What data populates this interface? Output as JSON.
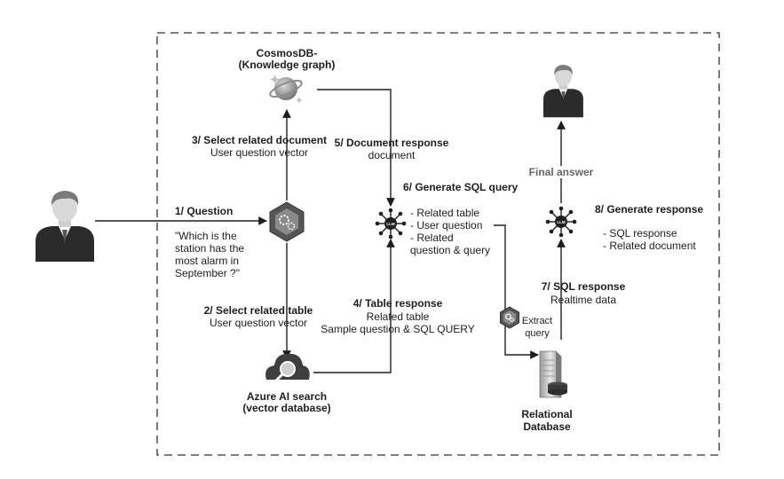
{
  "nodes": {
    "cosmos_title_1": "CosmosDB-",
    "cosmos_title_2": "(Knowledge graph)",
    "azure_title_1": "Azure AI search",
    "azure_title_2": "(vector database)",
    "relational_title_1": "Relational",
    "relational_title_2": "Database"
  },
  "steps": {
    "s1_title": "1/ Question",
    "s1_quote": [
      "\"Which is the",
      "station has the",
      "most alarm in",
      "September ?\""
    ],
    "s2_title": "2/ Select related table",
    "s2_body": "User question vector",
    "s3_title": "3/ Select related document",
    "s3_body": "User question vector",
    "s4_title": "4/ Table response",
    "s4_body_1": "Related table",
    "s4_body_2": "Sample question & SQL QUERY",
    "s5_title": "5/ Document response",
    "s5_body": "document",
    "s6_title": "6/ Generate SQL query",
    "s6_items": [
      "- Related table",
      "- User question",
      "- Related",
      "question & query"
    ],
    "s7_title": "7/ SQL response",
    "s7_body": "Realtime data",
    "s8_title": "8/ Generate response",
    "s8_items": [
      "- SQL response",
      "- Related document"
    ],
    "extract_1": "Extract",
    "extract_2": "query",
    "final_answer": "Final answer"
  },
  "icon_labels": {
    "llm": "LLM"
  },
  "icons": [
    "user-icon",
    "orchestrator-icon",
    "cosmosdb-icon",
    "azure-ai-search-icon",
    "llm-icon",
    "server-icon"
  ]
}
